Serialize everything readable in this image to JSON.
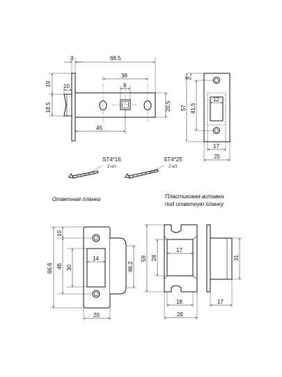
{
  "side_view_dimensions": {
    "faceplate_thickness": "3",
    "total_length": "68,5",
    "hole_spacing": "38",
    "square_size": "8",
    "faceplate_height": "20,5",
    "backset": "45",
    "latch_height": "19",
    "latch_depth": "10",
    "latch_lower": "18,5"
  },
  "front_view_dimensions": {
    "hole_offset": "8",
    "latch_window": "12",
    "height": "57",
    "hole_spacing": "41,5",
    "body_width": "17",
    "plate_width": "25"
  },
  "screws": [
    {
      "spec": "ST4*16",
      "qty": "2 шт."
    },
    {
      "spec": "ST4*25",
      "qty": "2 шт."
    }
  ],
  "strike_plate": {
    "caption": "Ответная планка",
    "height": "66,6",
    "hole_offset": "10",
    "outer_span": "46",
    "window_height": "30",
    "window_width": "14",
    "side_height": "46,2",
    "width": "20"
  },
  "plastic_insert": {
    "caption_line1": "Пластиковая вставка",
    "caption_line2": "под ответную планку",
    "height": "59",
    "inner_height": "28",
    "inner_width": "17",
    "slot_width": "18",
    "width": "26",
    "side_height": "31",
    "side_depth": "17"
  }
}
